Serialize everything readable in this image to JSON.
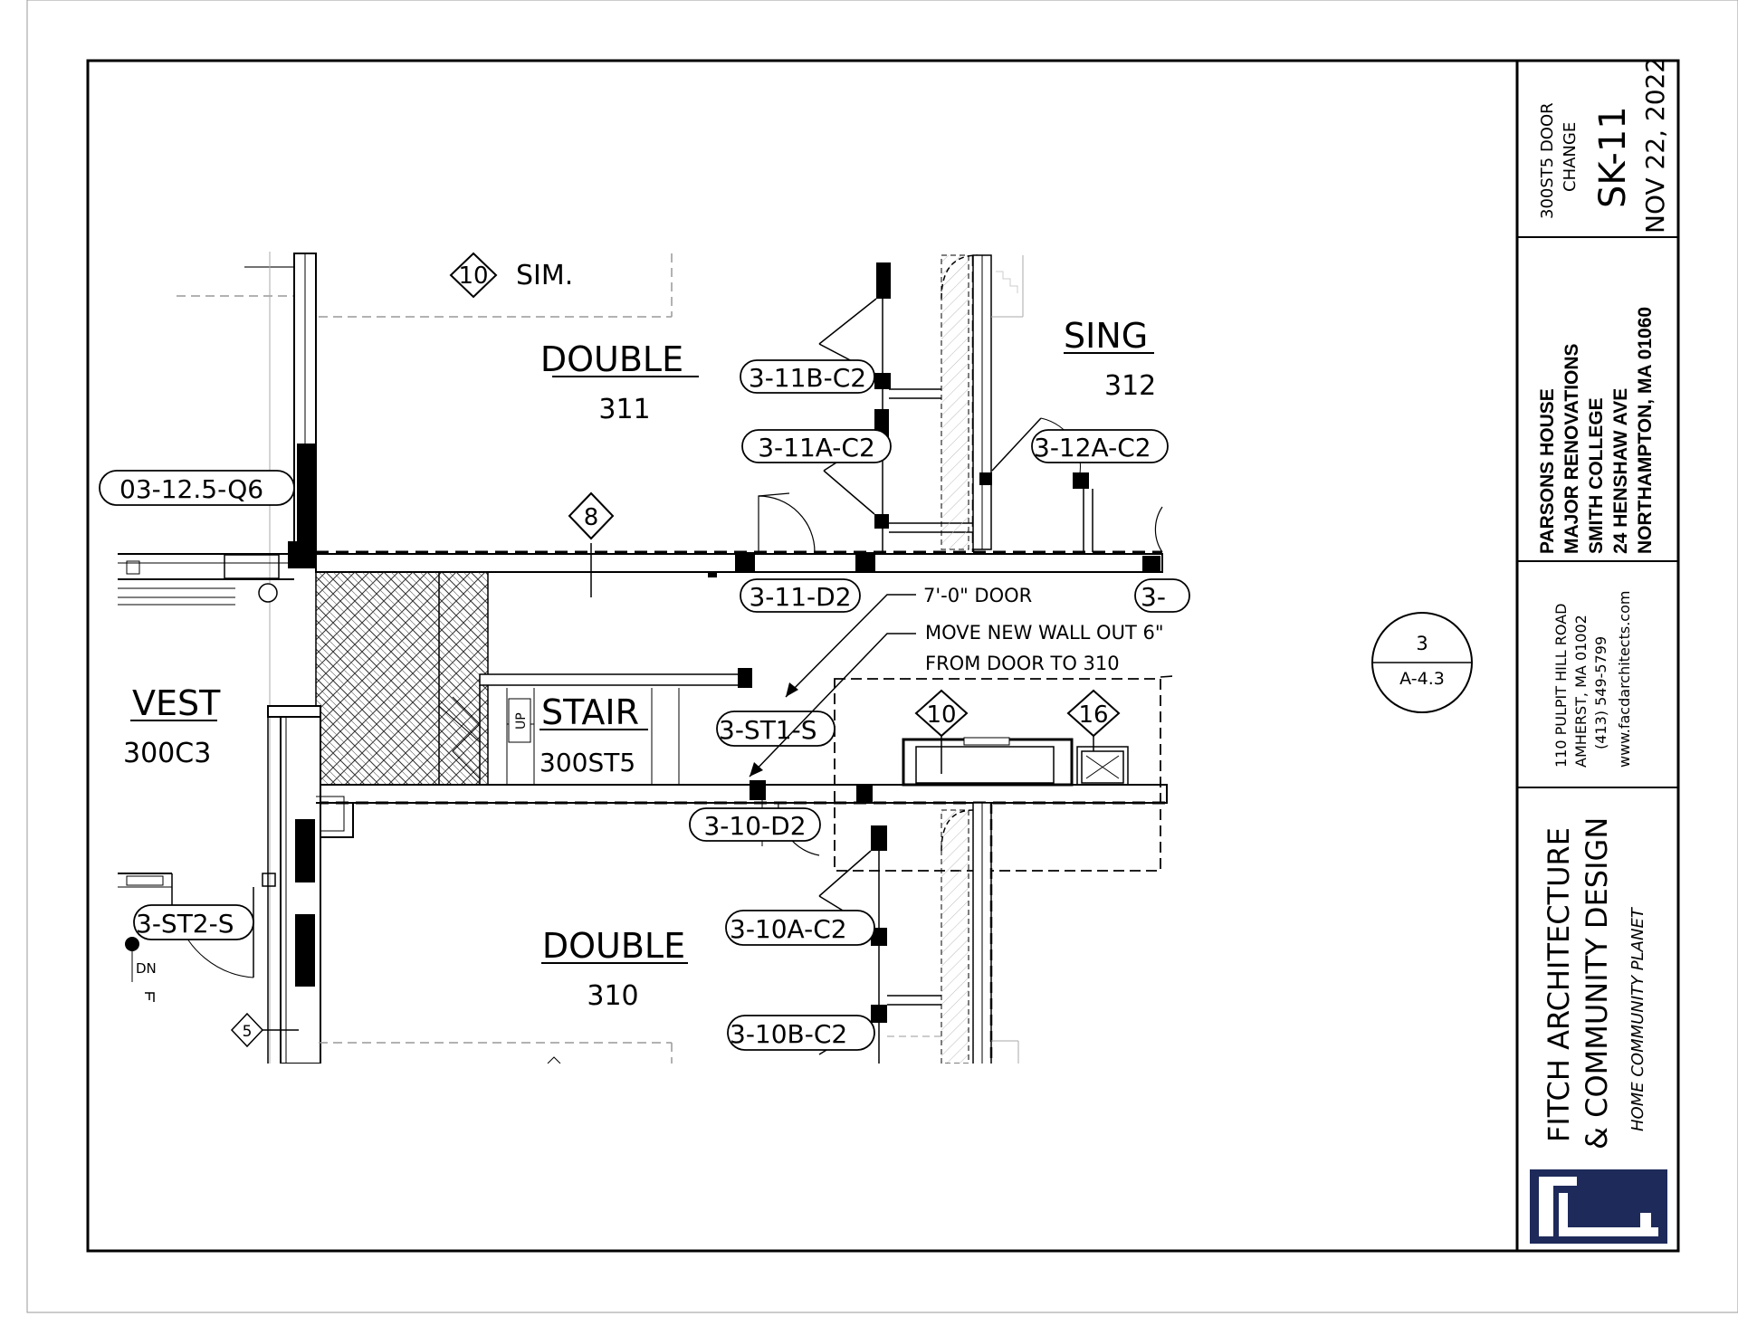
{
  "plan": {
    "rooms": [
      {
        "name": "DOUBLE",
        "number": "311"
      },
      {
        "name": "SING",
        "number": "312"
      },
      {
        "name": "VEST",
        "number": "300C3"
      },
      {
        "name": "STAIR",
        "number": "300ST5"
      },
      {
        "name": "DOUBLE",
        "number": "310"
      }
    ],
    "sim_note": "SIM.",
    "stair_up": "UP",
    "stair_dn": "DN",
    "notes": {
      "door_height": "7'-0\" DOOR",
      "move_wall_1": "MOVE NEW WALL OUT 6\"",
      "move_wall_2": "FROM DOOR TO 310"
    },
    "tags": {
      "t1": "3-11B-C2",
      "t2": "3-11A-C2",
      "t3": "3-12A-C2",
      "t4": "03-12.5-Q6",
      "t5": "3-11-D2",
      "t6": "3-",
      "t7": "3-ST1-S",
      "t8": "3-10-D2",
      "t9": "3-ST2-S",
      "t10": "3-10A-C2",
      "t11": "3-10B-C2"
    },
    "diamonds": {
      "d1": "10",
      "d2": "8",
      "d3": "10",
      "d4": "16",
      "d5": "5"
    },
    "section": {
      "number": "3",
      "sheet": "A-4.3"
    }
  },
  "titleblock": {
    "drawing_title_1": "300ST5 DOOR",
    "drawing_title_2": "CHANGE",
    "sheet_number": "SK-11",
    "date": "NOV 22, 2022",
    "project": [
      "PARSONS HOUSE",
      "MAJOR RENOVATIONS",
      "SMITH COLLEGE",
      "24 HENSHAW AVE",
      "NORTHAMPTON, MA 01060"
    ],
    "address": [
      "110 PULPIT HILL ROAD",
      "AMHERST, MA 01002",
      "(413) 549-5799",
      "www.facdarchitects.com"
    ],
    "firm_1": "FITCH ARCHITECTURE",
    "firm_2": "& COMMUNITY DESIGN",
    "tagline": "HOME  COMMUNITY  PLANET",
    "logo_color": "#1e2a5a"
  }
}
